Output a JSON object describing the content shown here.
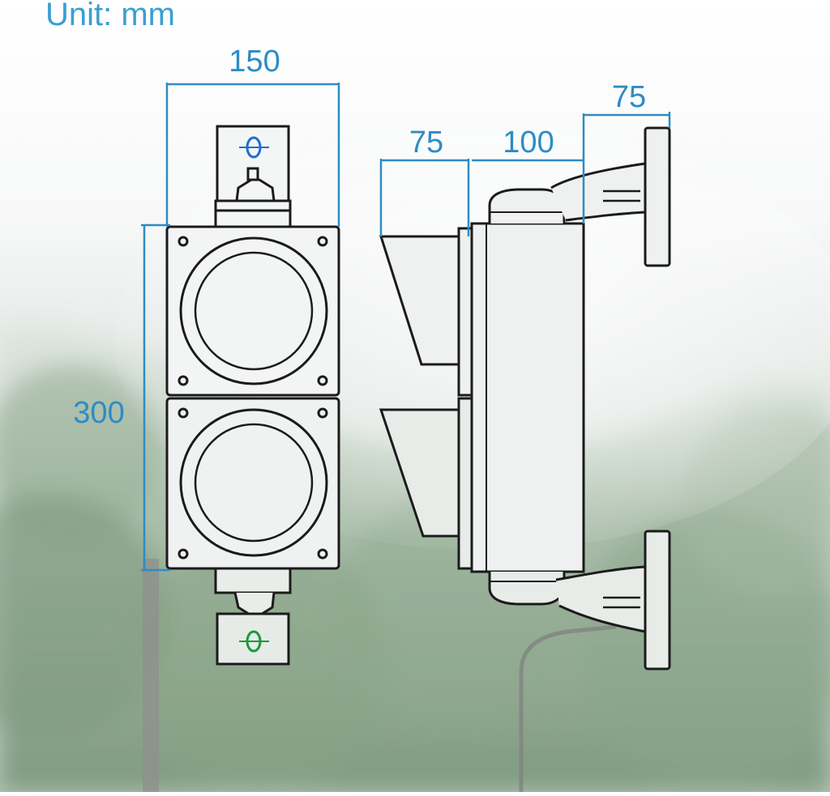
{
  "unit_label": "Unit: mm",
  "dimensions": {
    "front_width": "150",
    "front_height": "300",
    "visor_depth": "75",
    "body_depth": "100",
    "bracket_depth": "75"
  },
  "colors": {
    "dimension": "#2d8cc4",
    "line": "#1b1b1b",
    "mount_hole_marker": "#1f6fd0",
    "mount_hole_marker_bottom": "#1a9a3a"
  }
}
